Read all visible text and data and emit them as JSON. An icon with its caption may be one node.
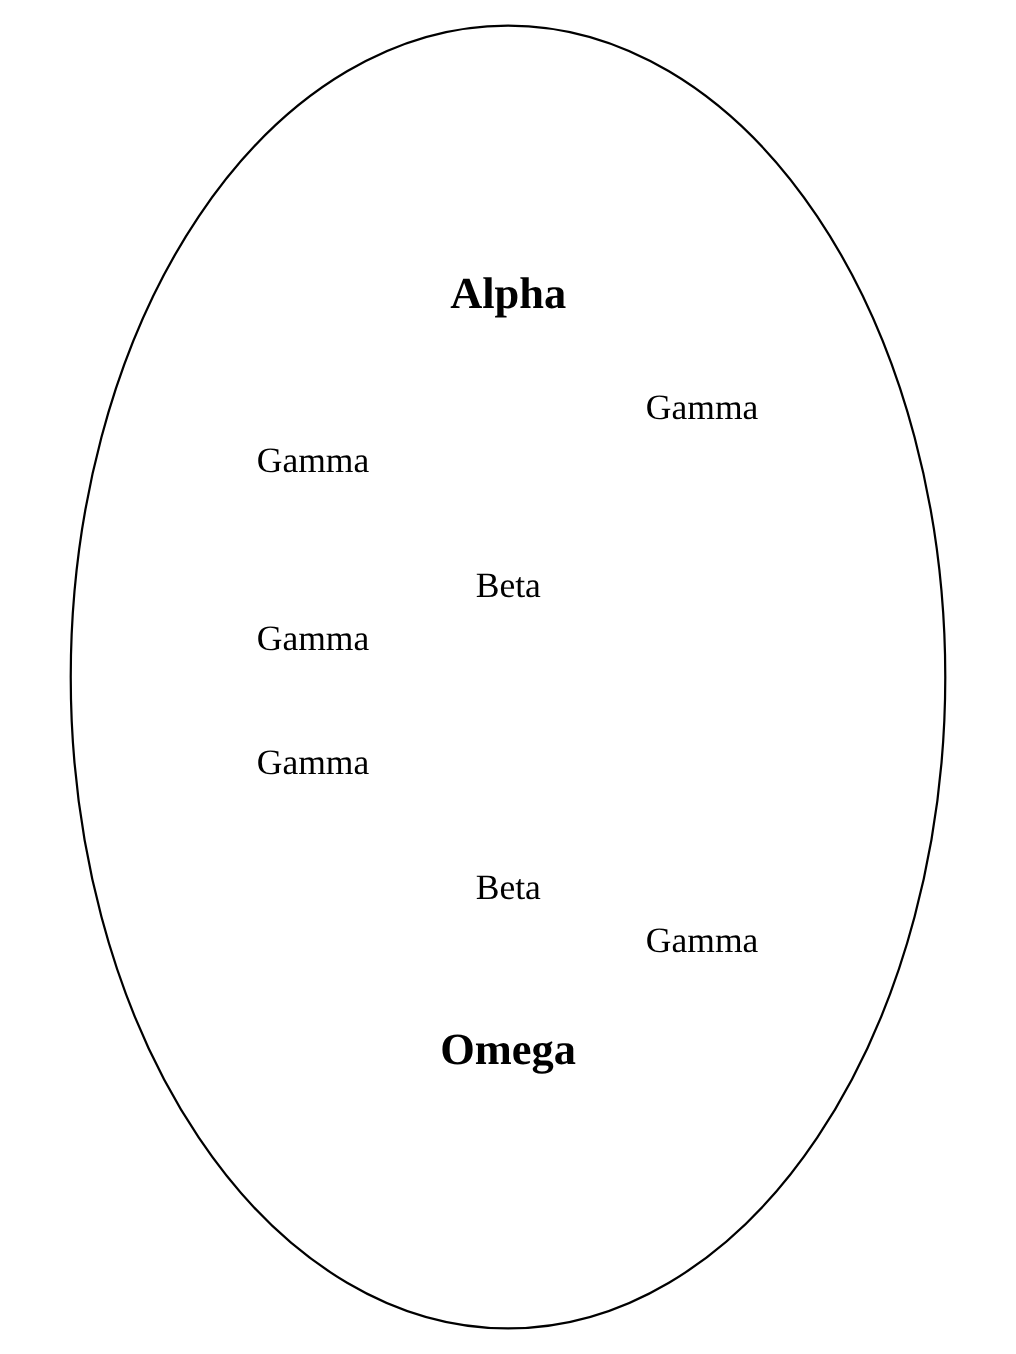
{
  "diagram": {
    "nodes": [
      {
        "text": [
          "Alpha",
          "Gamma",
          "Gamma",
          "Beta",
          "Gamma",
          "Gamma",
          "Beta",
          "Gamma",
          "Omega"
        ]
      }
    ]
  }
}
